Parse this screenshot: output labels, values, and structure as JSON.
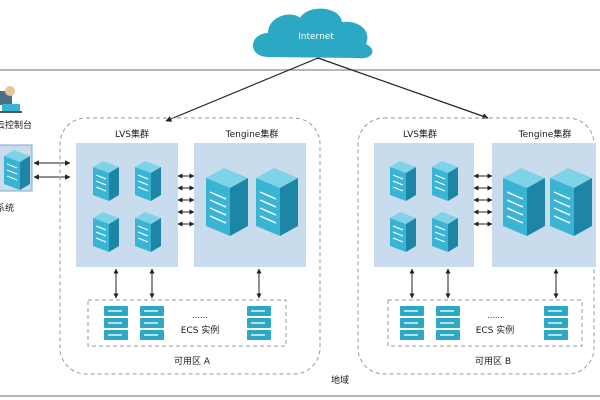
{
  "internet_label": "Internet",
  "console_label": "云控制台",
  "system_label": "系统",
  "region_label": "地域",
  "zone_a": {
    "name": "可用区 A",
    "lvs_label": "LVS集群",
    "tengine_label": "Tengine集群",
    "ecs_label": "ECS 实例",
    "ellipsis": "......"
  },
  "zone_b": {
    "name": "可用区 B",
    "lvs_label": "LVS集群",
    "tengine_label": "Tengine集群",
    "ecs_label": "ECS 实例",
    "ellipsis": "......"
  },
  "colors": {
    "cloud": "#2aa8c4",
    "cluster_box": "#c8dced",
    "server": "#3ab4d4",
    "server_dark": "#1d86a6",
    "line": "#222222",
    "dashed": "#9a9a9a"
  }
}
